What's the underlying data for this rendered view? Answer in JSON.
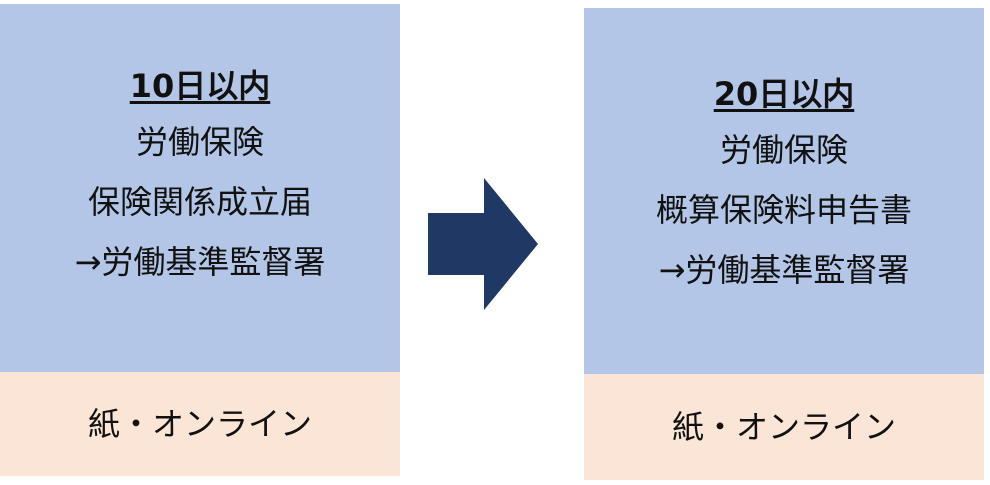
{
  "colors": {
    "card_top": "#b4c6e7",
    "card_bottom": "#fbe5d6",
    "arrow": "#203864"
  },
  "steps": [
    {
      "deadline": "10日以内",
      "lines": [
        "労働保険",
        "保険関係成立届",
        "→労働基準監督署"
      ],
      "method": "紙・オンライン"
    },
    {
      "deadline": "20日以内",
      "lines": [
        "労働保険",
        "概算保険料申告書",
        "→労働基準監督署"
      ],
      "method": "紙・オンライン"
    }
  ]
}
